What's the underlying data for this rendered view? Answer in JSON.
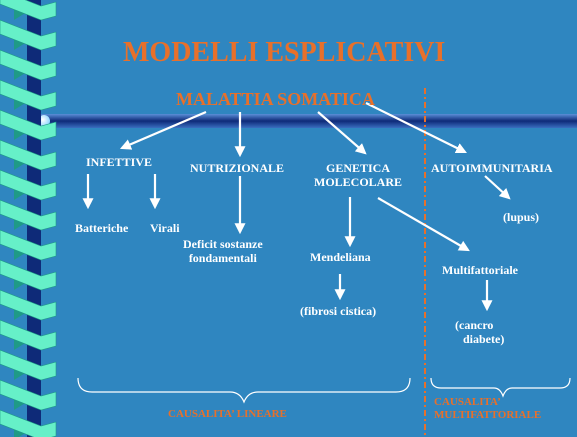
{
  "title": "MODELLI ESPLICATIVI",
  "root": "MALATTIA SOMATICA",
  "categories": {
    "infettive": "INFETTIVE",
    "nutrizionale": "NUTRIZIONALE",
    "genetica_line1": "GENETICA",
    "genetica_line2": "MOLECOLARE",
    "autoimmunitaria": "AUTOIMMUNITARIA"
  },
  "leaves": {
    "batteriche": "Batteriche",
    "virali": "Virali",
    "deficit_line1": "Deficit sostanze",
    "deficit_line2": "fondamentali",
    "mendeliana": "Mendeliana",
    "fibrosi": "(fibrosi cistica)",
    "multifattoriale": "Multifattoriale",
    "lupus": "(lupus)",
    "cancro_line1": "(cancro",
    "cancro_line2": "diabete)"
  },
  "footer": {
    "lineare": "CAUSALITA’ LINEARE",
    "multi_line1": "CAUSALITA’",
    "multi_line2": "MULTIFATTORIALE"
  },
  "colors": {
    "background": "#2f86c0",
    "accent": "#e8702a",
    "text": "#ffffff",
    "ribbon_light": "#66f0c8",
    "ribbon_dark": "#1f9a86",
    "bar_dark": "#0e2a78"
  }
}
